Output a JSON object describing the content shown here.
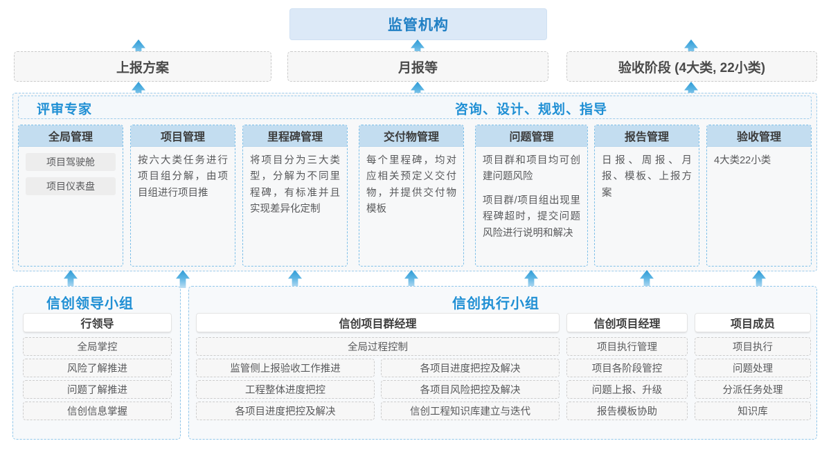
{
  "top": {
    "regulator": "监管机构",
    "documents": [
      {
        "id": "doc-plan",
        "label": "上报方案"
      },
      {
        "id": "doc-monthly",
        "label": "月报等"
      },
      {
        "id": "doc-accept",
        "label": "验收阶段 (4大类, 22小类)"
      }
    ]
  },
  "middle": {
    "header_left": "评审专家",
    "header_mid": "咨询、设计、规划、指导",
    "columns": [
      {
        "title": "全局管理",
        "chips": [
          "项目驾驶舱",
          "项目仪表盘"
        ],
        "paragraphs": []
      },
      {
        "title": "项目管理",
        "chips": [],
        "paragraphs": [
          "按六大类任务进行项目组分解，由项目组进行项目推"
        ]
      },
      {
        "title": "里程碑管理",
        "chips": [],
        "paragraphs": [
          "将项目分为三大类型，分解为不同里程碑，有标准并且实现差异化定制"
        ]
      },
      {
        "title": "交付物管理",
        "chips": [],
        "paragraphs": [
          "每个里程碑，均对应相关预定义交付物，并提供交付物模板"
        ]
      },
      {
        "title": "问题管理",
        "chips": [],
        "paragraphs": [
          "项目群和项目均可创建问题风险",
          "项目群/项目组出现里程碑超时，提交问题风险进行说明和解决"
        ]
      },
      {
        "title": "报告管理",
        "chips": [],
        "paragraphs": [
          "日报、周报、月报、模板、上报方案"
        ]
      },
      {
        "title": "验收管理",
        "chips": [],
        "paragraphs": [
          "4大类22小类"
        ]
      }
    ]
  },
  "bottom": {
    "left_group": {
      "title": "信创领导小组",
      "head": "行领导",
      "items": [
        "全局掌控",
        "风险了解推进",
        "问题了解推进",
        "信创信息掌握"
      ]
    },
    "right_group": {
      "title": "信创执行小组",
      "pm_group": {
        "head": "信创项目群经理",
        "full_item": "全局过程控制",
        "left_items": [
          "监管侧上报验收工作推进",
          "工程整体进度把控",
          "各项目进度把控及解决"
        ],
        "right_items": [
          "各项目进度把控及解决",
          "各项目风险把控及解决",
          "信创工程知识库建立与迭代"
        ]
      },
      "pm": {
        "head": "信创项目经理",
        "items": [
          "项目执行管理",
          "项目各阶段管控",
          "问题上报、升级",
          "报告模板协助"
        ]
      },
      "member": {
        "head": "项目成员",
        "items": [
          "项目执行",
          "问题处理",
          "分派任务处理",
          "知识库"
        ]
      }
    }
  },
  "colors": {
    "accent_blue": "#1f8fd4",
    "header_fill": "#c3ddf0",
    "regulator_fill": "#dce9f7",
    "dashed_blue": "#8fc6ea",
    "text_grey": "#58595b"
  },
  "icons": {
    "arrow_up": "arrow-up-icon"
  }
}
